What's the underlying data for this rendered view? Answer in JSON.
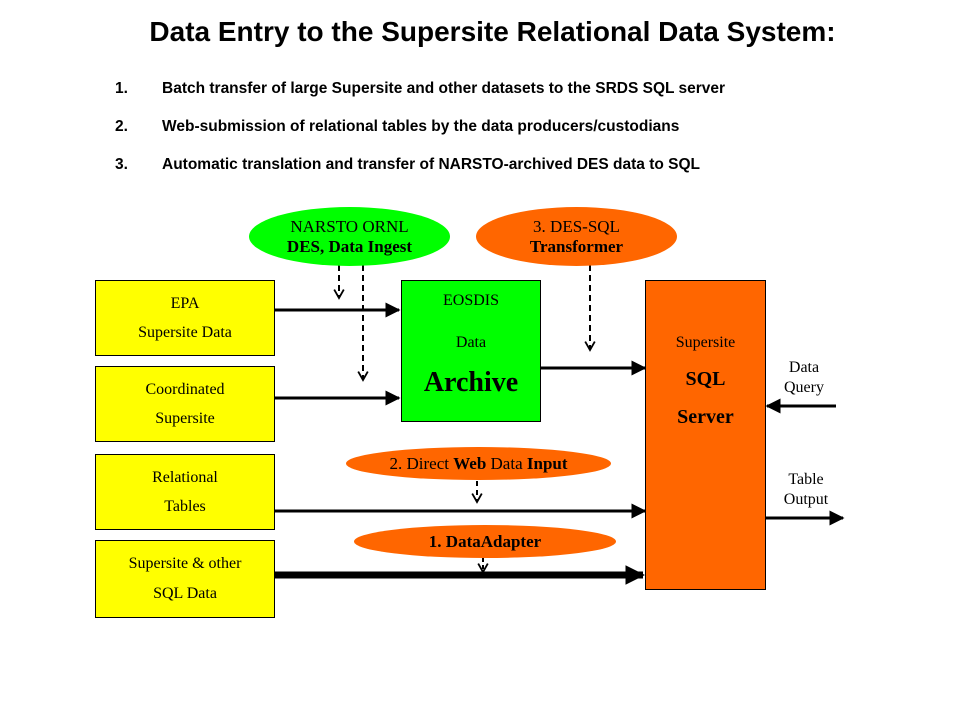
{
  "title": "Data Entry to the Supersite Relational Data System:",
  "steps": [
    {
      "num": "1.",
      "text": "Batch transfer of large Supersite and other datasets to the SRDS SQL server"
    },
    {
      "num": "2.",
      "text": "Web-submission of relational tables by the data producers/custodians"
    },
    {
      "num": "3.",
      "text": "Automatic translation and transfer of NARSTO-archived DES data to SQL"
    }
  ],
  "sources": [
    {
      "line1": "EPA",
      "line2": "Supersite Data"
    },
    {
      "line1": "Coordinated",
      "line2": "Supersite"
    },
    {
      "line1": "Relational",
      "line2": "Tables"
    },
    {
      "line1": "Supersite & other",
      "line2": "SQL Data"
    }
  ],
  "archive": {
    "line1": "EOSDIS",
    "line2": "Data",
    "line3": "Archive"
  },
  "server": {
    "line1": "Supersite",
    "line2": "SQL",
    "line3": "Server"
  },
  "narsto": {
    "line1": "NARSTO ORNL",
    "line2": "DES, Data Ingest"
  },
  "des_sql": {
    "line1": "3. DES-SQL",
    "line2": "Transformer"
  },
  "web_input": {
    "part1": "2. Direct ",
    "part2": "Web",
    "part3": " Data ",
    "part4": "Input"
  },
  "adapter": {
    "label": "1. DataAdapter"
  },
  "data_query": {
    "line1": "Data",
    "line2": "Query"
  },
  "table_output": {
    "line1": "Table",
    "line2": "Output"
  },
  "colors": {
    "yellow": "#ffff00",
    "green": "#00ff00",
    "orange": "#ff6600"
  }
}
